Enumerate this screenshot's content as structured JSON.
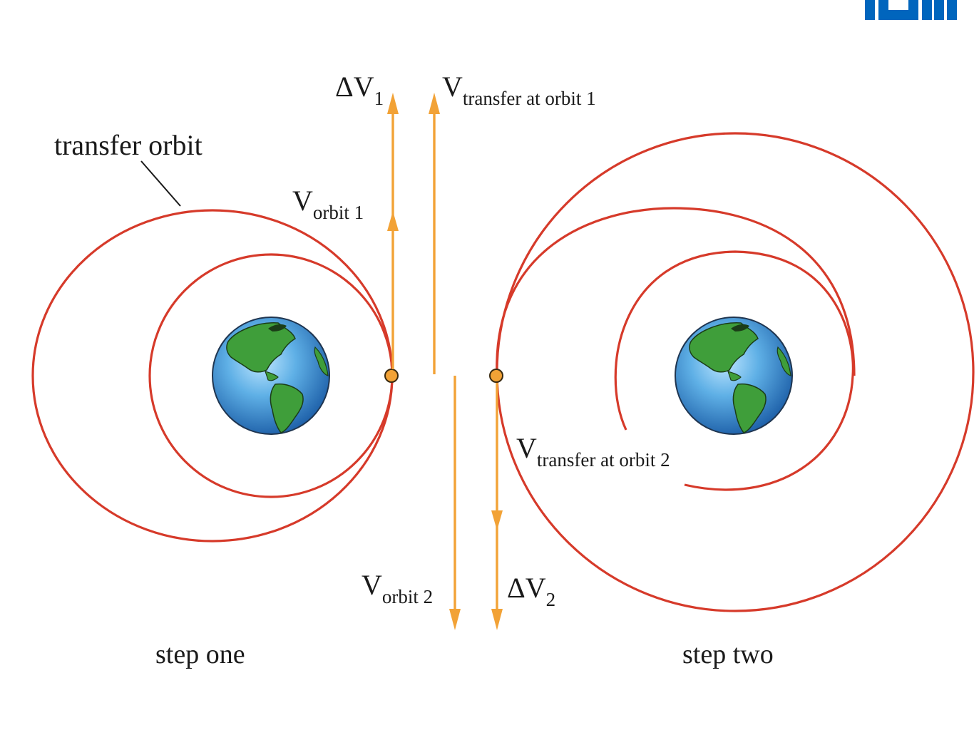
{
  "logo": {
    "text": "TUM",
    "color": "#0065bd"
  },
  "colors": {
    "orbit": "#d63a2a",
    "vector": "#f2a236",
    "ocean": "#3a8fd0",
    "land": "#3f9e3a"
  },
  "labels": {
    "transfer_orbit": "transfer orbit",
    "dv1_main": "ΔV",
    "dv1_sub": "1",
    "vt1_main": "V",
    "vt1_sub": "transfer at orbit 1",
    "vo1_main": "V",
    "vo1_sub": "orbit 1",
    "vo2_main": "V",
    "vo2_sub": "orbit 2",
    "dv2_main": "ΔV",
    "dv2_sub": "2",
    "vt2_main": "V",
    "vt2_sub": "transfer at orbit 2"
  },
  "captions": {
    "step_one": "step one",
    "step_two": "step two"
  }
}
